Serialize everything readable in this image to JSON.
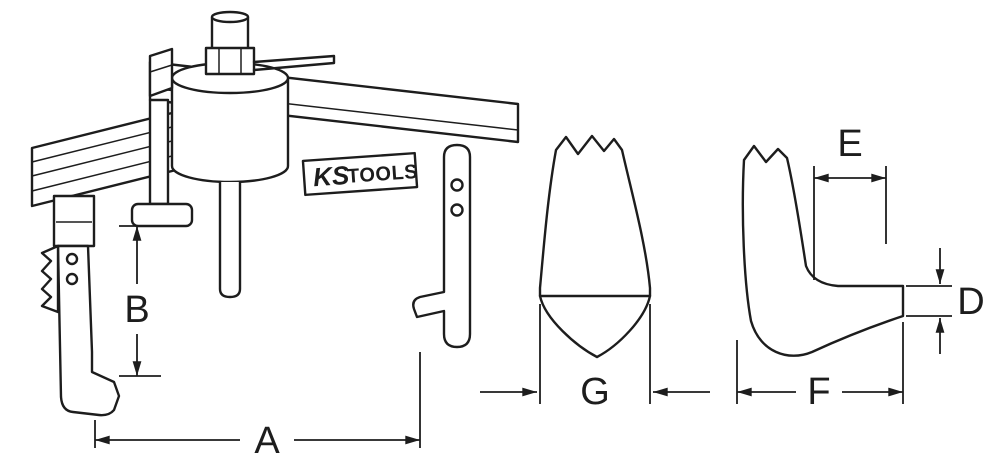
{
  "colors": {
    "ink": "#1d1d1d",
    "background": "#ffffff"
  },
  "brand": {
    "ks": "KS",
    "tools": "TOOLS"
  },
  "dimension_labels": {
    "a": "A",
    "b": "B",
    "d": "D",
    "e": "E",
    "f": "F",
    "g": "G"
  }
}
